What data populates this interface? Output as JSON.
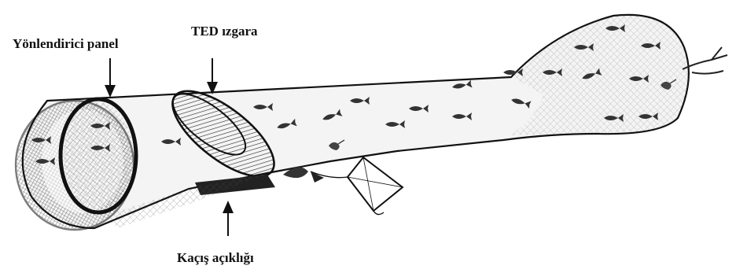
{
  "labels": {
    "deflector_panel": "Yönlendirici  panel",
    "ted_grid": "TED ızgara",
    "escape_opening": "Kaçış açıklığı"
  },
  "colors": {
    "ink": "#111111",
    "net_fill": "#f4f4f4",
    "mesh": "#555555"
  }
}
